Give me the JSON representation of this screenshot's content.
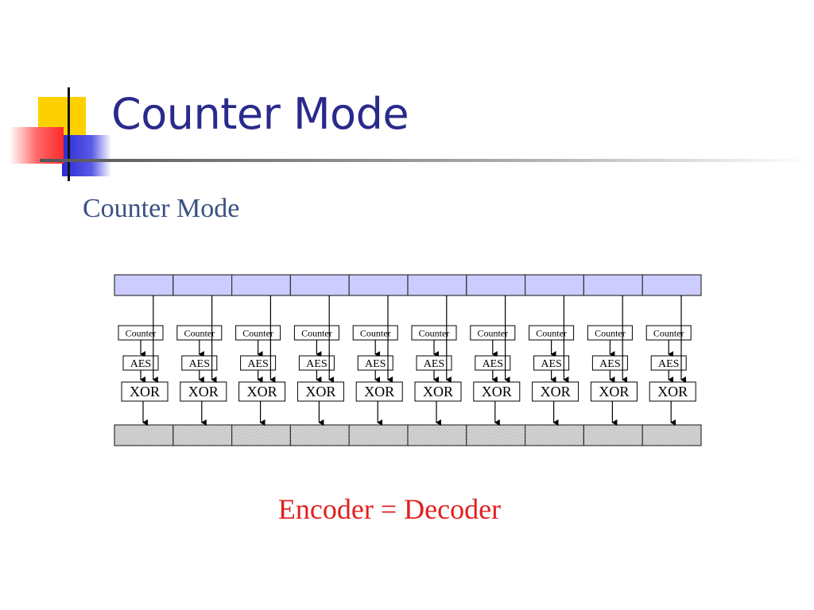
{
  "slide": {
    "title": "Counter Mode",
    "colors": {
      "title": "#2a2a8c",
      "heading": "#3a5283",
      "equation": "#e02020",
      "input_block_fill": "#ccccff",
      "output_block_fill": "#d3d3d3",
      "accent_yellow": "#ffd000",
      "accent_red": "#ff3b3b",
      "accent_blue": "#2b2bd6"
    }
  },
  "diagram": {
    "heading": "Counter Mode",
    "stages": [
      {
        "counter": "Counter",
        "cipher": "AES",
        "combine": "XOR"
      },
      {
        "counter": "Counter",
        "cipher": "AES",
        "combine": "XOR"
      },
      {
        "counter": "Counter",
        "cipher": "AES",
        "combine": "XOR"
      },
      {
        "counter": "Counter",
        "cipher": "AES",
        "combine": "XOR"
      },
      {
        "counter": "Counter",
        "cipher": "AES",
        "combine": "XOR"
      },
      {
        "counter": "Counter",
        "cipher": "AES",
        "combine": "XOR"
      },
      {
        "counter": "Counter",
        "cipher": "AES",
        "combine": "XOR"
      },
      {
        "counter": "Counter",
        "cipher": "AES",
        "combine": "XOR"
      },
      {
        "counter": "Counter",
        "cipher": "AES",
        "combine": "XOR"
      },
      {
        "counter": "Counter",
        "cipher": "AES",
        "combine": "XOR"
      }
    ],
    "equation": "Encoder = Decoder"
  }
}
